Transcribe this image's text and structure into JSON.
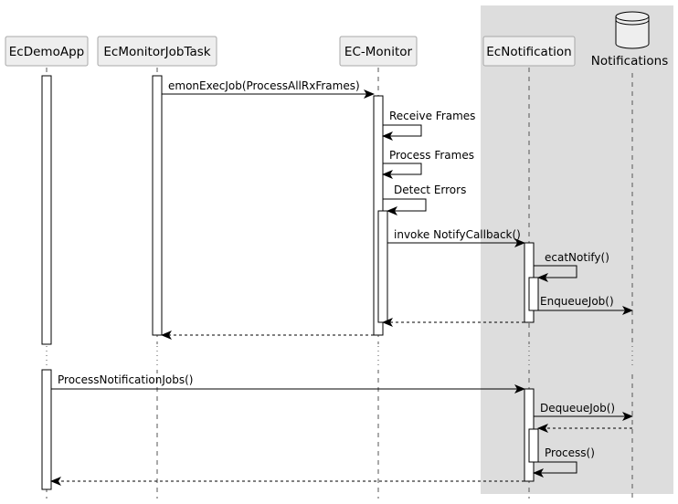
{
  "participants": [
    {
      "id": "app",
      "label": "EcDemoApp",
      "kind": "participant"
    },
    {
      "id": "job",
      "label": "EcMonitorJobTask",
      "kind": "participant"
    },
    {
      "id": "mon",
      "label": "EC-Monitor",
      "kind": "participant"
    },
    {
      "id": "notif",
      "label": "EcNotification",
      "kind": "participant"
    },
    {
      "id": "db",
      "label": "Notifications",
      "kind": "database"
    }
  ],
  "messages": [
    {
      "id": "m1",
      "label": "emonExecJob(ProcessAllRxFrames)"
    },
    {
      "id": "m2",
      "label": "Receive Frames"
    },
    {
      "id": "m3",
      "label": "Process Frames"
    },
    {
      "id": "m4",
      "label": "Detect Errors"
    },
    {
      "id": "m5",
      "label": "invoke NotifyCallback()"
    },
    {
      "id": "m6",
      "label": "ecatNotify()"
    },
    {
      "id": "m7",
      "label": "EnqueueJob()"
    },
    {
      "id": "m8",
      "label": ""
    },
    {
      "id": "m9",
      "label": ""
    },
    {
      "id": "m10",
      "label": "ProcessNotificationJobs()"
    },
    {
      "id": "m11",
      "label": "DequeueJob()"
    },
    {
      "id": "m12",
      "label": ""
    },
    {
      "id": "m13",
      "label": "Process()"
    },
    {
      "id": "m14",
      "label": ""
    }
  ],
  "colors": {
    "participant_fill": "#eeeeee",
    "participant_stroke": "#a8a8a8",
    "box_fill": "#dddddd",
    "line": "#000000",
    "lifeline": "#555555"
  }
}
